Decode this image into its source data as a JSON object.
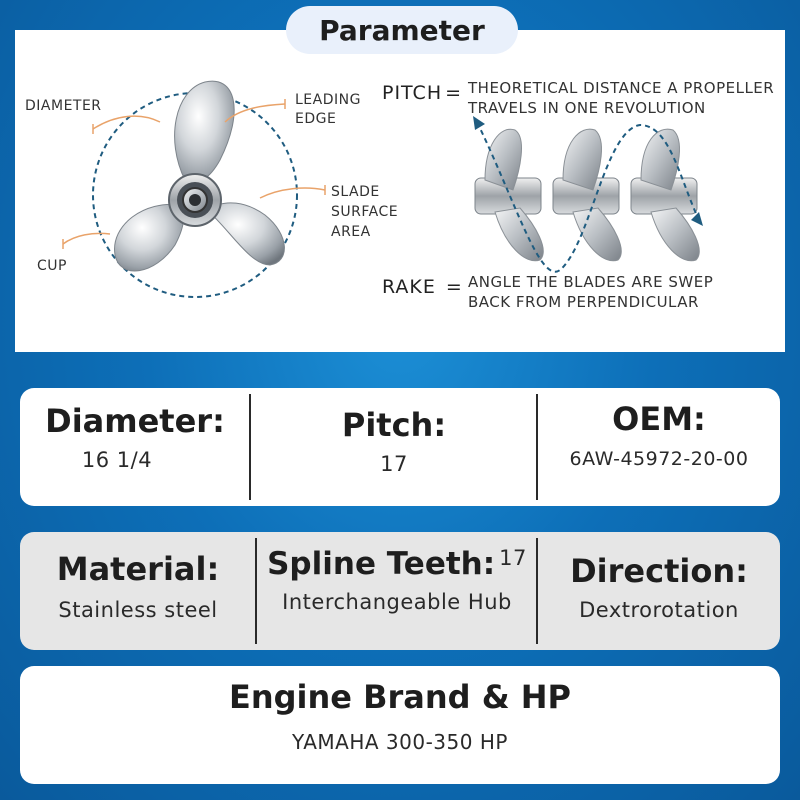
{
  "diagram": {
    "title": "Parameter",
    "labels": {
      "diameter": "DIAMETER",
      "leading_edge_1": "LEADING",
      "leading_edge_2": "EDGE",
      "slade_1": "SLADE",
      "slade_2": "SURFACE",
      "slade_3": "AREA",
      "cup": "CUP"
    },
    "pitch": {
      "term": "PITCH",
      "equals": "=",
      "line1": "THEORETICAL DISTANCE A PROPELLER",
      "line2": "TRAVELS IN ONE REVOLUTION"
    },
    "rake": {
      "term": "RAKE",
      "equals": "=",
      "line1": "ANGLE THE BLADES ARE SWEP",
      "line2": "BACK FROM PERPENDICULAR"
    }
  },
  "specs_row1": {
    "diameter": {
      "label": "Diameter:",
      "value": "16 1/4"
    },
    "pitch": {
      "label": "Pitch:",
      "value": "17"
    },
    "oem": {
      "label": "OEM:",
      "value": "6AW-45972-20-00"
    }
  },
  "specs_row2": {
    "material": {
      "label": "Material:",
      "value": "Stainless steel"
    },
    "spline": {
      "label": "Spline Teeth:",
      "count": "17",
      "value": "Interchangeable Hub"
    },
    "direction": {
      "label": "Direction:",
      "value": "Dextrorotation"
    }
  },
  "engine": {
    "label": "Engine Brand & HP",
    "value": "YAMAHA 300-350 HP"
  },
  "colors": {
    "background": "#0d6fb8",
    "dashed_circle": "#1f5c80",
    "leader_line": "#e9a36a",
    "title_pill": "#e9f0fb"
  }
}
